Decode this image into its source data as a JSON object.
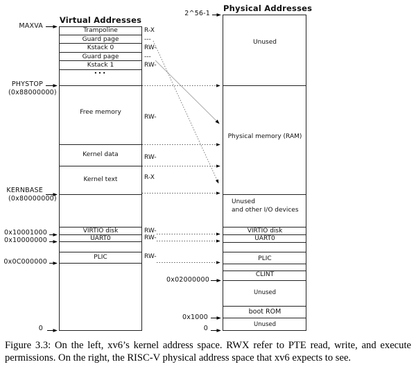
{
  "titles": {
    "virtual": "Virtual Addresses",
    "physical": "Physical Addresses"
  },
  "virtual": {
    "maxva": "MAXVA",
    "rows": {
      "trampoline": "Trampoline",
      "guard_page_1": "Guard page",
      "kstack0": "Kstack 0",
      "guard_page_2": "Guard page",
      "kstack1": "Kstack 1",
      "ellipsis": "...",
      "free_memory": "Free memory",
      "kernel_data": "Kernel data",
      "kernel_text": "Kernel text",
      "virtio": "VIRTIO disk",
      "uart": "UART0",
      "plic": "PLIC"
    },
    "perms": {
      "trampoline": "R-X",
      "guard_page_1": "---",
      "kstack0": "RW-",
      "guard_page_2": "---",
      "kstack1": "RW-",
      "free_memory": "RW-",
      "kernel_data": "RW-",
      "kernel_text": "R-X",
      "virtio": "RW-",
      "uart": "RW-",
      "plic": "RW-"
    },
    "addresses": {
      "phystop": "PHYSTOP",
      "phystop_hex": "(0x88000000)",
      "kernbase": "KERNBASE",
      "kernbase_hex": "(0x80000000)",
      "virtio": "0x10001000",
      "uart": "0x10000000",
      "plic": "0x0C000000",
      "zero": "0"
    }
  },
  "physical": {
    "top_addr": "2^56-1",
    "rows": {
      "unused_top": "Unused",
      "ram": "Physical memory (RAM)",
      "unused_io_line1": "Unused",
      "unused_io_line2": "and other I/O devices",
      "virtio": "VIRTIO disk",
      "uart": "UART0",
      "plic": "PLIC",
      "clint": "CLINT",
      "unused_mid": "Unused",
      "boot_rom": "boot ROM",
      "unused_bottom": "Unused"
    },
    "addresses": {
      "clint": "0x02000000",
      "boot_rom": "0x1000",
      "zero": "0"
    }
  },
  "caption": {
    "line1": "Figure 3.3: On the left, xv6’s kernel address space. RWX refer to PTE read, write, and execute",
    "line2": "permissions. On the right, the RISC-V physical address space that xv6 expects to see."
  }
}
